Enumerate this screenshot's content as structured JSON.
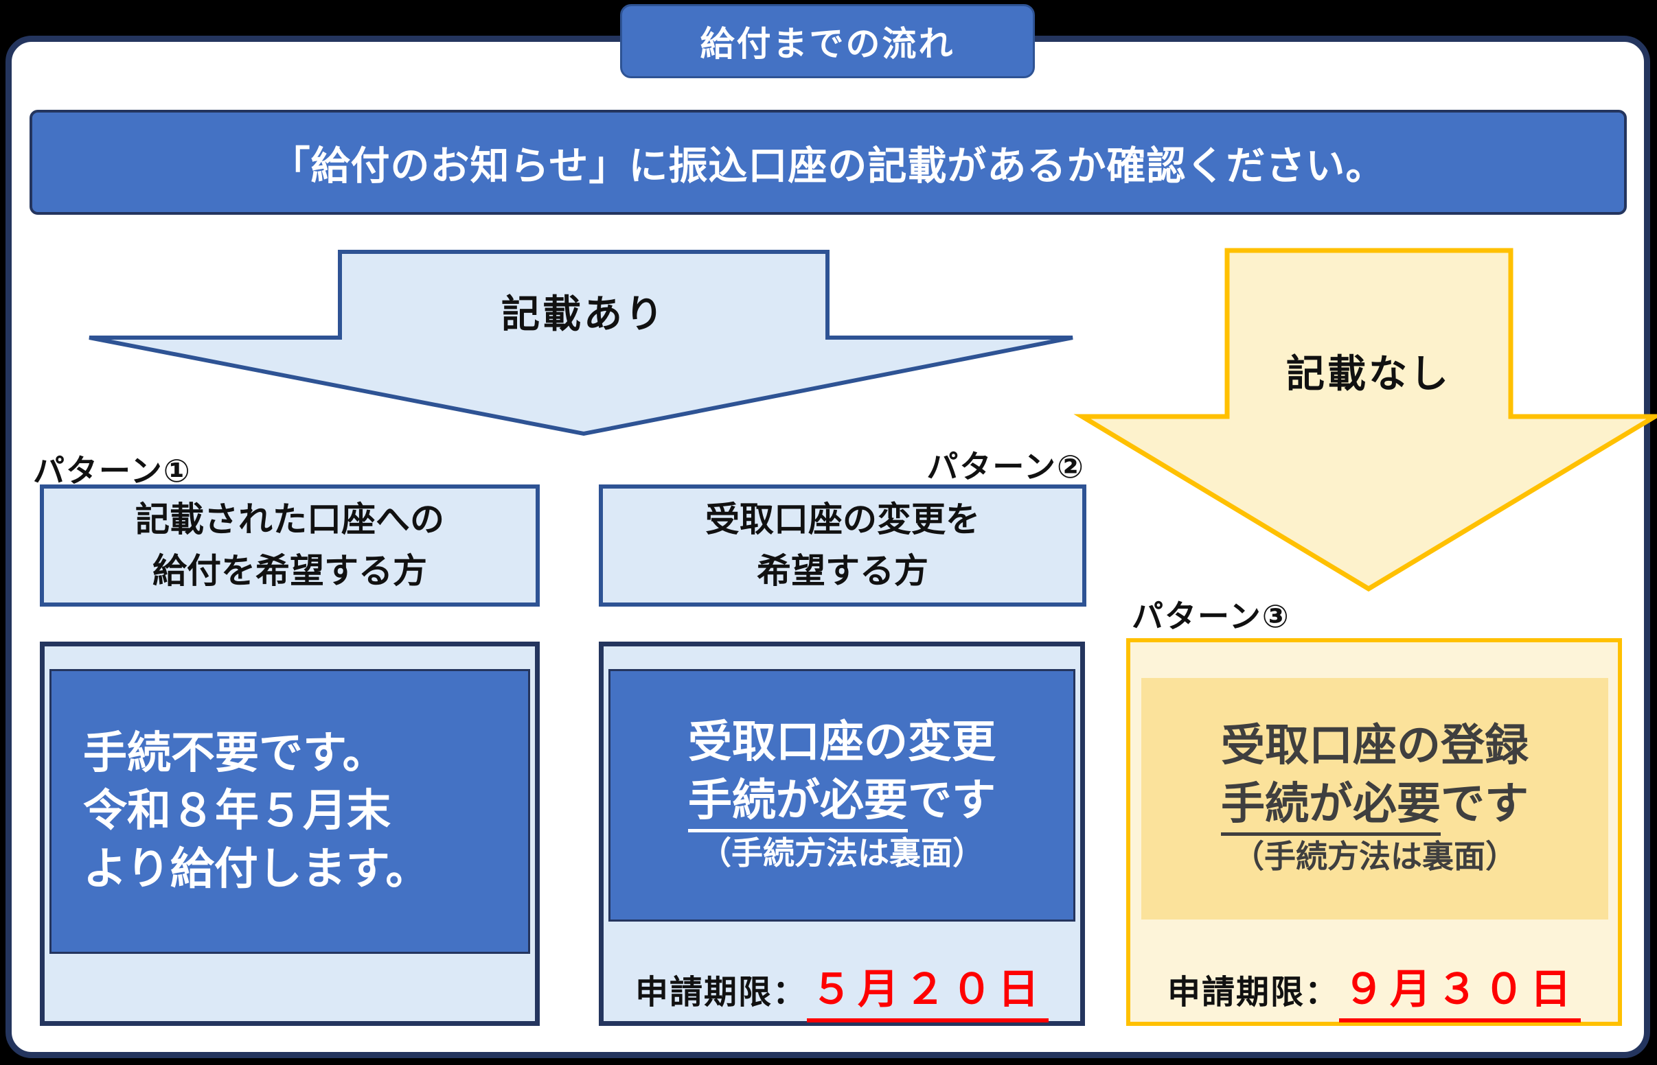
{
  "title_banner": {
    "label": "給付までの流れ"
  },
  "header": {
    "text": "「給付のお知らせ」に振込口座の記載があるか確認ください。"
  },
  "branches": {
    "listed": {
      "label": "記載あり"
    },
    "not_listed": {
      "label": "記載なし"
    }
  },
  "pattern1": {
    "label": "パターン①",
    "condition": {
      "line1": "記載された口座への",
      "line2": "給付を希望する方"
    },
    "result": {
      "line1": "手続不要です。",
      "line2": "令和８年５月末",
      "line3": "より給付します。"
    }
  },
  "pattern2": {
    "label": "パターン②",
    "condition": {
      "line1": "受取口座の変更を",
      "line2": "希望する方"
    },
    "result": {
      "line1": "受取口座の変更",
      "line2_underlined": "手続が必要",
      "line2_rest": "です",
      "note": "（手続方法は裏面）"
    },
    "deadline": {
      "label": "申請期限：",
      "value": "５月２０日"
    }
  },
  "pattern3": {
    "label": "パターン③",
    "result": {
      "line1": "受取口座の登録",
      "line2_underlined": "手続が必要",
      "line2_rest": "です",
      "note": "（手続方法は裏面）"
    },
    "deadline": {
      "label": "申請期限：",
      "value": "９月３０日"
    }
  },
  "colors": {
    "brand_blue": "#4472C4",
    "navy_border": "#24355E",
    "box_border_blue": "#2E5394",
    "light_blue_fill": "#DCE9F7",
    "gold_border": "#FFC000",
    "light_yellow_arrow_fill": "#FDF2CC",
    "pale_yellow_fill": "#FDF4D9",
    "inner_yellow_fill": "#FBE29B",
    "alert_red": "#FE0000",
    "dark_gray_text": "#3F3F3F"
  }
}
